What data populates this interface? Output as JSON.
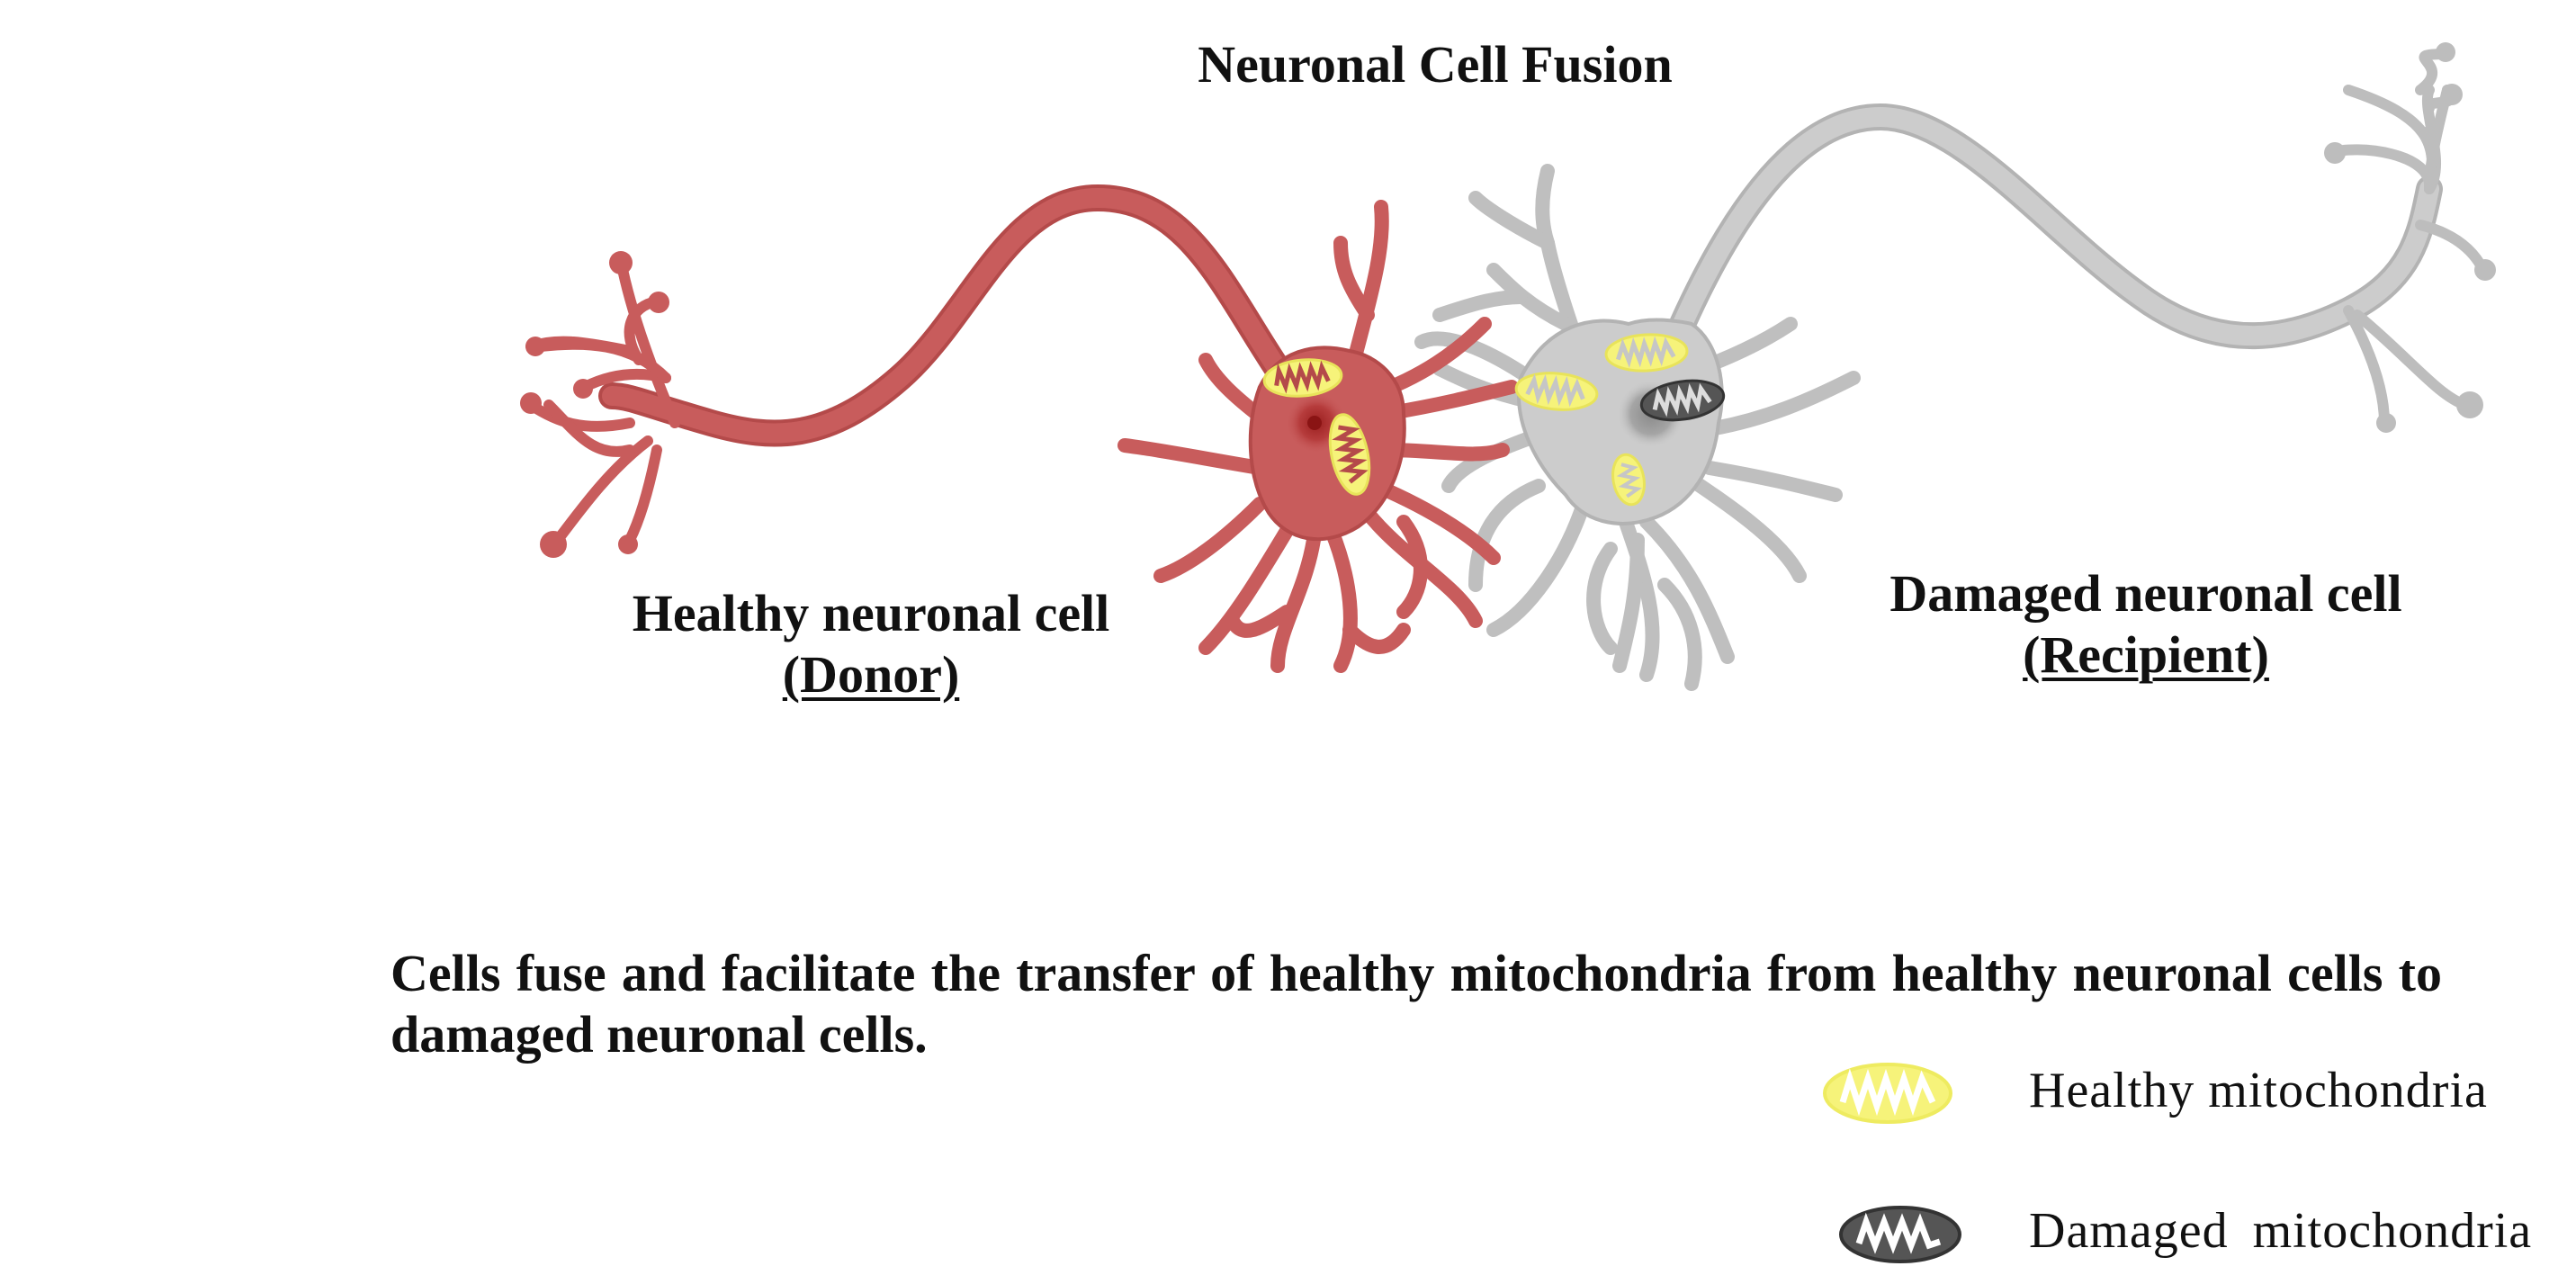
{
  "diagram": {
    "title": "Neuronal Cell Fusion",
    "donor": {
      "name": "Healthy neuronal cell",
      "role": "(Donor)"
    },
    "recipient": {
      "name": "Damaged neuronal cell",
      "role": "(Recipient)"
    },
    "caption": "Cells fuse and facilitate the transfer of healthy mitochondria from healthy neuronal cells to damaged neuronal cells.",
    "legend": [
      {
        "label": "Healthy mitochondria",
        "icon": "healthy-mitochondria-icon",
        "color": "#f6f37a"
      },
      {
        "label": "Damaged mitochondria",
        "icon": "damaged-mitochondria-icon",
        "color": "#555555"
      }
    ],
    "colors": {
      "donor_cell": "#c85c5c",
      "donor_outline": "#b44a4a",
      "recipient_cell": "#cccccc",
      "recipient_outline": "#b3b3b3"
    }
  }
}
